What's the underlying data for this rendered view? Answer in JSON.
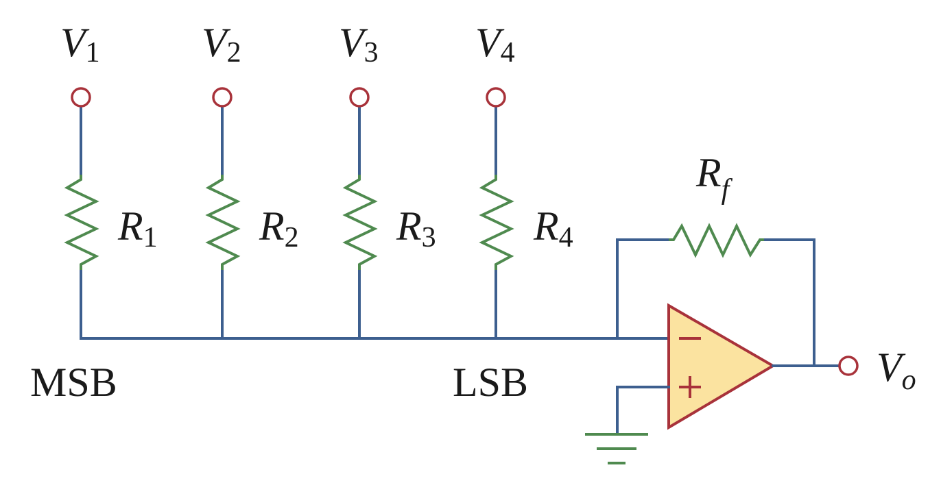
{
  "inputs": [
    {
      "v_main": "V",
      "v_sub": "1",
      "r_main": "R",
      "r_sub": "1"
    },
    {
      "v_main": "V",
      "v_sub": "2",
      "r_main": "R",
      "r_sub": "2"
    },
    {
      "v_main": "V",
      "v_sub": "3",
      "r_main": "R",
      "r_sub": "3"
    },
    {
      "v_main": "V",
      "v_sub": "4",
      "r_main": "R",
      "r_sub": "4"
    }
  ],
  "feedback": {
    "main": "R",
    "sub": "f"
  },
  "output": {
    "main": "V",
    "sub": "o"
  },
  "msb_label": "MSB",
  "lsb_label": "LSB",
  "colors": {
    "wire": "#3d5f8f",
    "resistor": "#4f8a4f",
    "terminal": "#a8323a",
    "opamp_fill": "#fbe3a0"
  }
}
